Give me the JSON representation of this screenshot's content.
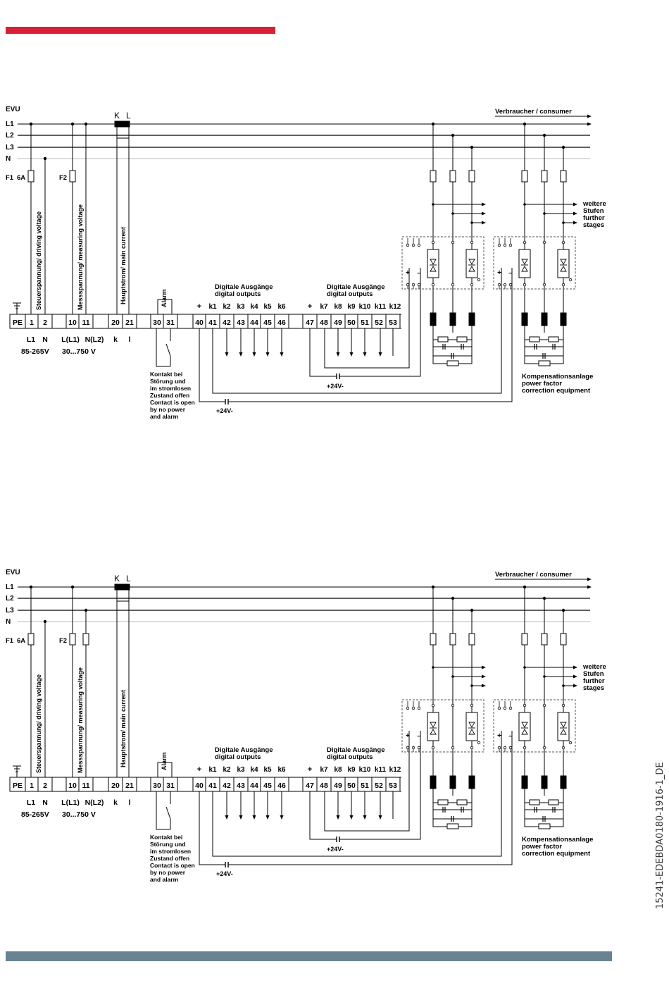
{
  "colors": {
    "accent": "#d62035",
    "footer": "#6a8393"
  },
  "doc_id": "15241-EDEBDA0180-1916-1_DE",
  "diagram": {
    "evu": "EVU",
    "lines": [
      "L1",
      "L2",
      "L3",
      "N"
    ],
    "consumer": "Verbraucher / consumer",
    "ct": {
      "k": "K",
      "l": "L"
    },
    "fuse1": "F1",
    "fuse1_rating": "6A",
    "fuse2": "F2",
    "label_driving": "Steuerspannung/ driving voltage",
    "label_measuring": "Messspannung/ measuring voltage",
    "label_main": "Hauptstrom/ main current",
    "label_alarm": "Alarm",
    "digital_title": "Digitale Ausgänge",
    "digital_subtitle": "digital outputs",
    "plus": "+",
    "minus": "–",
    "outputs_a": [
      "k1",
      "k2",
      "k3",
      "k4",
      "k5",
      "k6"
    ],
    "outputs_b": [
      "k7",
      "k8",
      "k9",
      "k10",
      "k11",
      "k12"
    ],
    "terminals": [
      "PE",
      "1",
      "2",
      "10",
      "11",
      "20",
      "21",
      "30",
      "31",
      "40",
      "41",
      "42",
      "43",
      "44",
      "45",
      "46",
      "47",
      "48",
      "49",
      "50",
      "51",
      "52",
      "53"
    ],
    "sub_l1": "L1",
    "sub_n": "N",
    "sub_ll1": "L(L1)",
    "sub_nl2": "N(L2)",
    "sub_k": "k",
    "sub_i": "l",
    "range_driving": "85-265V",
    "range_measuring": "30...750 V",
    "contact_note": [
      "Kontakt bei",
      "Störung und",
      "im stromlosen",
      "Zustand offen",
      "Contact is open",
      "by no power",
      "and alarm"
    ],
    "v24": "+24V-",
    "further": [
      "weitere",
      "Stufen",
      "further",
      "stages"
    ],
    "equipment": [
      "Kompensationsanlage",
      "power factor",
      "correction equipment"
    ]
  }
}
